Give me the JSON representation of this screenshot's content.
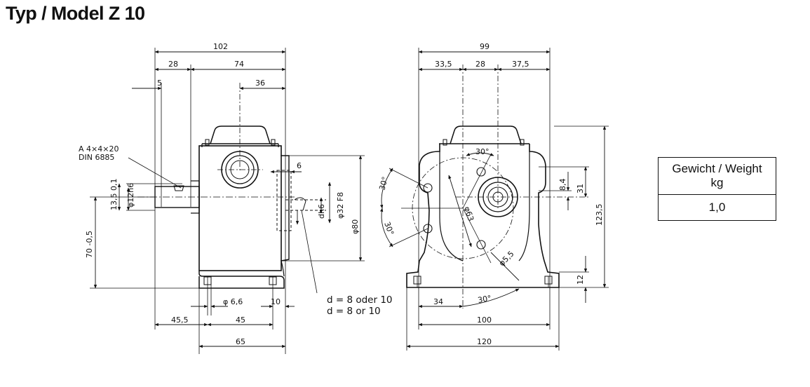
{
  "title": "Typ / Model Z 10",
  "weight_table": {
    "header_line1": "Gewicht / Weight",
    "header_line2": "kg",
    "value": "1,0"
  },
  "left_view": {
    "dim_102": "102",
    "dim_28": "28",
    "dim_74": "74",
    "dim_5": "5",
    "dim_36": "36",
    "dim_6": "6",
    "key_label_line1": "A 4×4×20",
    "key_label_line2": "DIN 6885",
    "dim_13_5": "13,5 0,1",
    "dim_phi12": "φ12h6",
    "dim_70": "70 -0,5",
    "dim_dh6": "dh6",
    "dim_phi32": "φ32 F8",
    "dim_phi80": "φ80",
    "dim_phi6_6": "φ 6,6",
    "dim_10": "10",
    "dim_45_5": "45,5",
    "dim_45": "45",
    "dim_65": "65"
  },
  "right_view": {
    "dim_99": "99",
    "dim_33_5": "33,5",
    "dim_28": "28",
    "dim_37_5": "37,5",
    "angle_30_top": "30°",
    "angle_30_left": "30°",
    "angle_30_left2": "30°",
    "dim_phi63": "φ63",
    "dim_phi5_5": "φ5,5",
    "dim_8_4": "8,4",
    "dim_31": "31",
    "dim_123_5": "123,5",
    "dim_12": "12",
    "dim_34": "34",
    "angle_30_bottom": "30°",
    "dim_100": "100",
    "dim_120": "120"
  },
  "shaft_note": {
    "line1": "d = 8 oder 10",
    "line2": "d = 8 or 10"
  }
}
